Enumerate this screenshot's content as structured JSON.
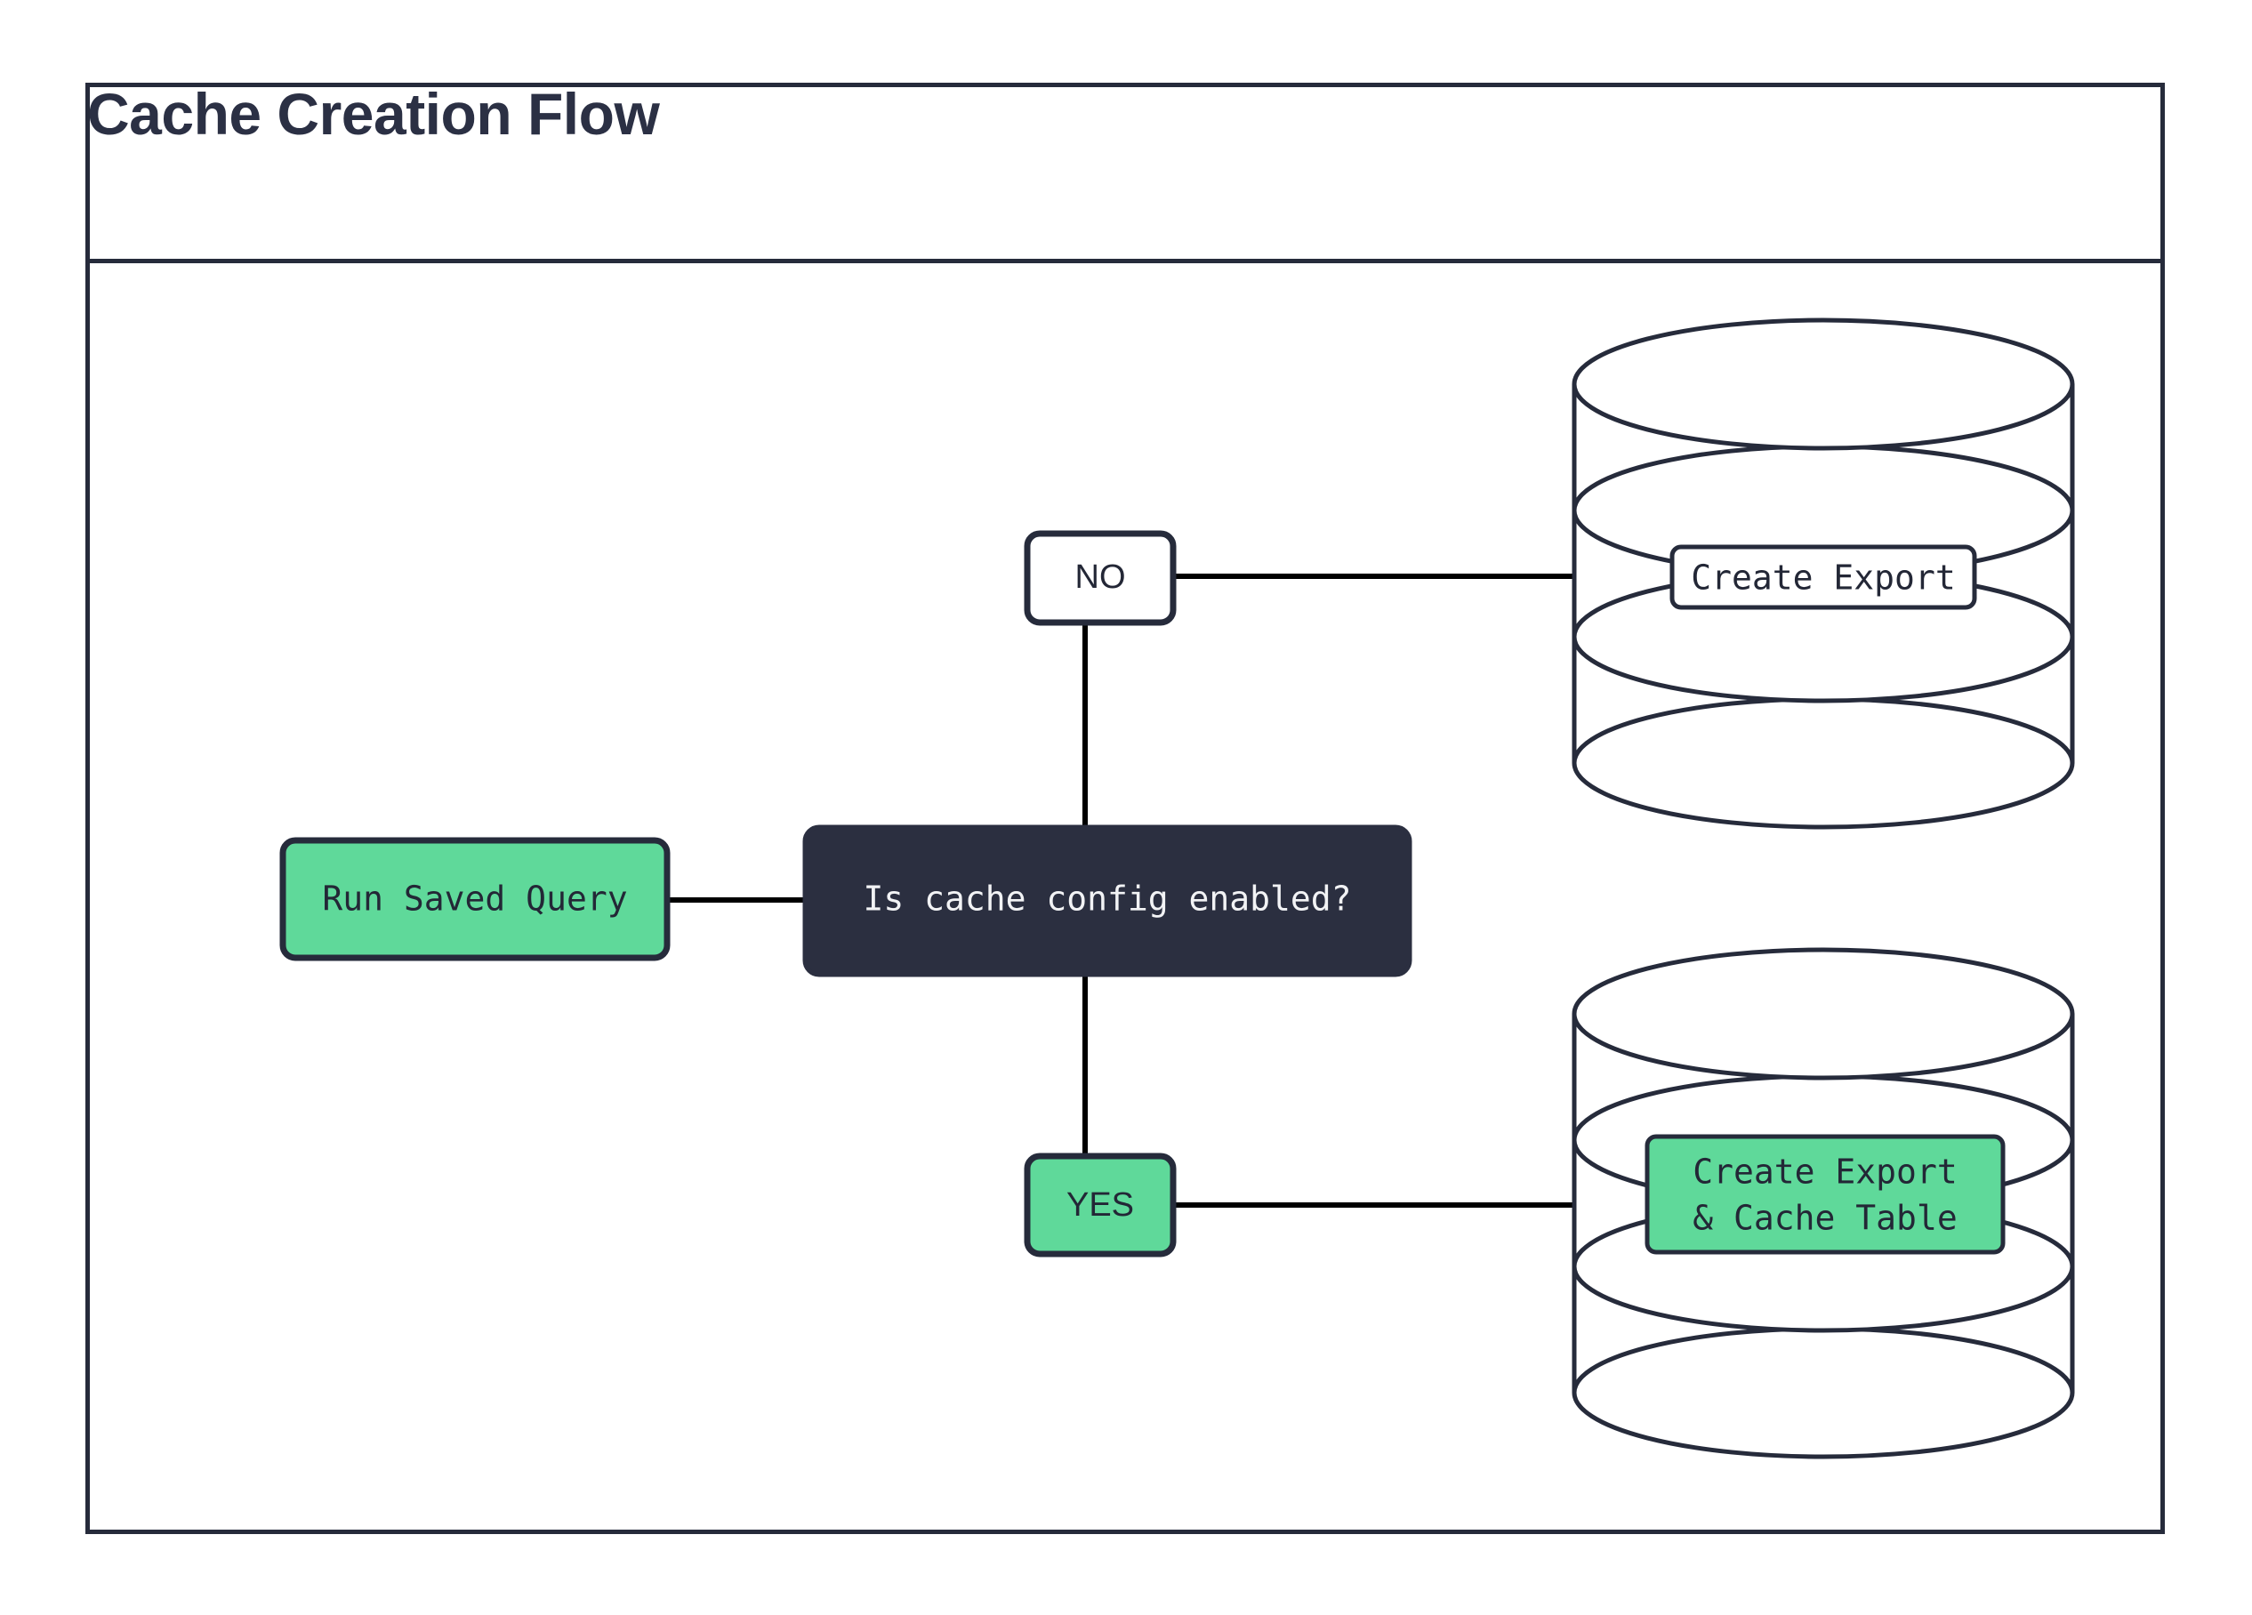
{
  "diagram": {
    "title": "Cache Creation Flow",
    "type": "flowchart",
    "colors": {
      "stroke": "#262B3B",
      "dark_fill": "#2B2F40",
      "green_fill": "#5FD99A",
      "white_fill": "#FFFFFF",
      "text_dark": "#232736",
      "text_light": "#F2F3F5",
      "background": "#FFFFFF"
    },
    "nodes": [
      {
        "id": "run-saved-query",
        "label": "Run Saved Query",
        "shape": "rounded-rect",
        "fill": "green",
        "text_style": "mono"
      },
      {
        "id": "is-cache-config-enabled",
        "label": "Is cache config enabled?",
        "shape": "rounded-rect",
        "fill": "dark",
        "text_style": "mono"
      },
      {
        "id": "branch-no",
        "label": "NO",
        "shape": "rounded-rect",
        "fill": "white",
        "text_style": "sans"
      },
      {
        "id": "branch-yes",
        "label": "YES",
        "shape": "rounded-rect",
        "fill": "green",
        "text_style": "sans"
      },
      {
        "id": "database-export",
        "label": "Create Export",
        "shape": "database-cylinder",
        "fill": "white",
        "text_style": "mono"
      },
      {
        "id": "database-export-cache",
        "label": "Create Export\n& Cache Table",
        "label_line1": "Create Export",
        "label_line2": "& Cache Table",
        "shape": "database-cylinder",
        "fill": "green",
        "text_style": "mono"
      }
    ],
    "edges": [
      {
        "from": "run-saved-query",
        "to": "is-cache-config-enabled",
        "label": ""
      },
      {
        "from": "is-cache-config-enabled",
        "to": "branch-no",
        "label": ""
      },
      {
        "from": "is-cache-config-enabled",
        "to": "branch-yes",
        "label": ""
      },
      {
        "from": "branch-no",
        "to": "database-export",
        "label": ""
      },
      {
        "from": "branch-yes",
        "to": "database-export-cache",
        "label": ""
      }
    ]
  }
}
